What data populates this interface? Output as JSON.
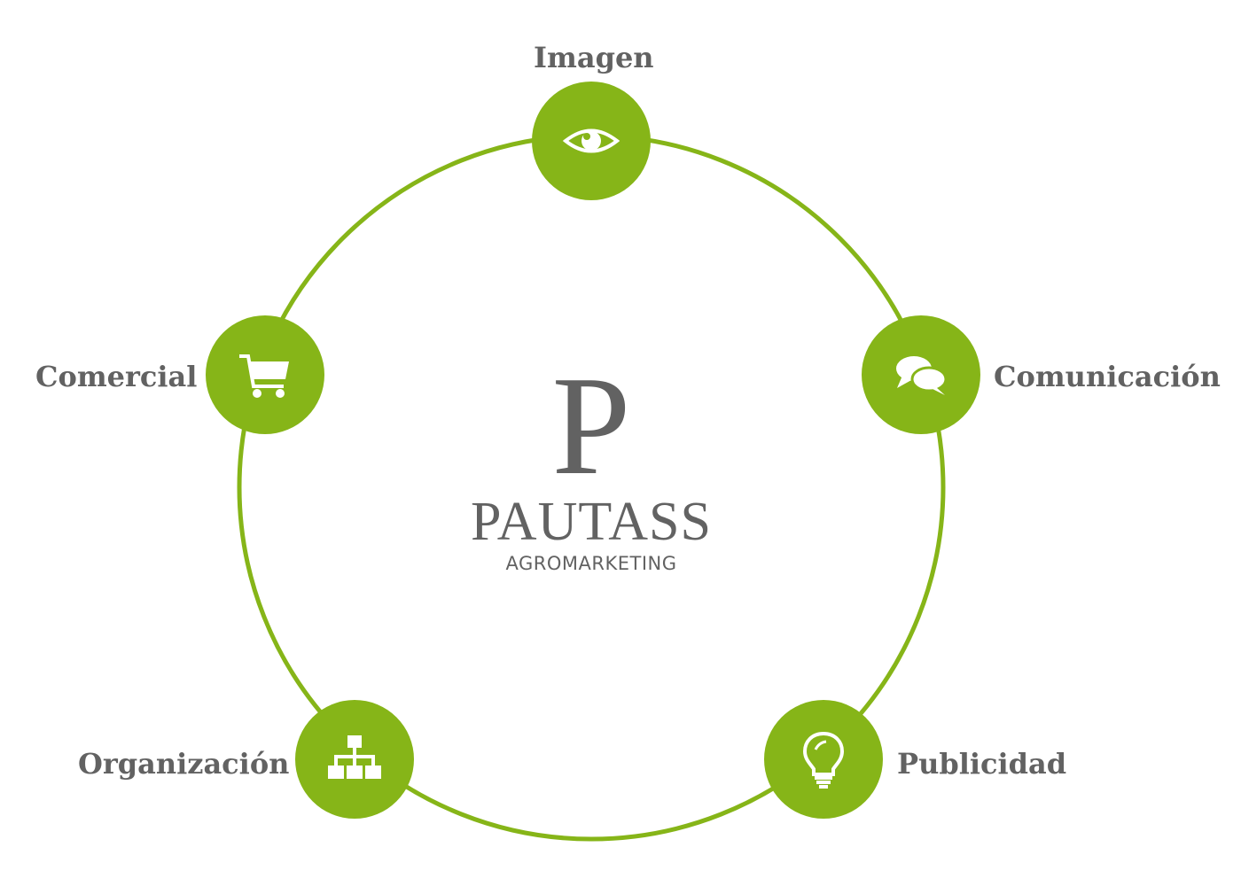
{
  "diagram": {
    "accent_color": "#86b518",
    "text_color": "#626262",
    "center": {
      "mark": "P",
      "name": "PAUTASS",
      "tagline": "AGROMARKETING"
    },
    "nodes": [
      {
        "label": "Imagen",
        "icon": "eye-icon"
      },
      {
        "label": "Comunicación",
        "icon": "speech-bubbles-icon"
      },
      {
        "label": "Publicidad",
        "icon": "lightbulb-icon"
      },
      {
        "label": "Organización",
        "icon": "org-chart-icon"
      },
      {
        "label": "Comercial",
        "icon": "shopping-cart-icon"
      }
    ]
  }
}
